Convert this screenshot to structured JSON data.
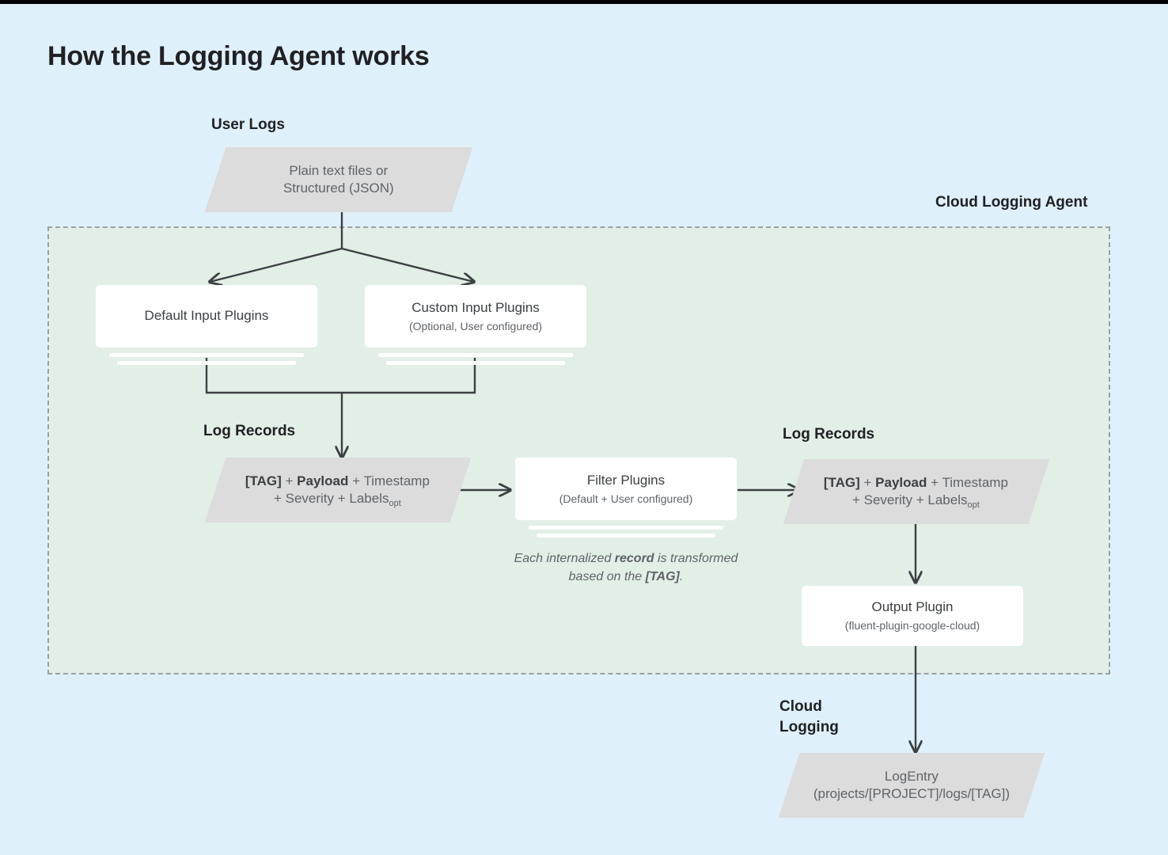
{
  "page": {
    "title": "How the Logging Agent works",
    "bg_color": "#dff0fb",
    "agent_container_color": "#e2efe7",
    "node_color": "#dcdcdc",
    "card_color": "#ffffff",
    "line_color": "#3c4043"
  },
  "labels": {
    "user_logs": "User Logs",
    "cloud_logging_agent": "Cloud Logging Agent",
    "log_records_left": "Log Records",
    "log_records_right": "Log Records",
    "cloud_logging": "Cloud\nLogging"
  },
  "nodes": {
    "user_logs_source": {
      "line1": "Plain text files or",
      "line2": "Structured (JSON)",
      "shape": "parallelogram"
    },
    "default_input_plugins": {
      "title": "Default Input Plugins",
      "sub": "",
      "shape": "stacked-card"
    },
    "custom_input_plugins": {
      "title": "Custom Input Plugins",
      "sub": "(Optional, User configured)",
      "shape": "stacked-card"
    },
    "log_record_left": {
      "tag": "[TAG]",
      "plus1": " + ",
      "payload": "Payload",
      "rest1": " + Timestamp",
      "line2": "+ Severity + Labels",
      "subscript": "opt",
      "shape": "parallelogram"
    },
    "filter_plugins": {
      "title": "Filter Plugins",
      "sub": "(Default + User configured)",
      "shape": "stacked-card"
    },
    "log_record_right": {
      "tag": "[TAG]",
      "plus1": " + ",
      "payload": "Payload",
      "rest1": " + Timestamp",
      "line2": "+ Severity + Labels",
      "subscript": "opt",
      "shape": "parallelogram"
    },
    "output_plugin": {
      "title": "Output Plugin",
      "sub": "(fluent-plugin-google-cloud)",
      "shape": "card"
    },
    "log_entry": {
      "title": "LogEntry",
      "sub": "(projects/[PROJECT]/logs/[TAG])",
      "shape": "parallelogram"
    }
  },
  "notes": {
    "filter_note_part1": "Each internalized ",
    "filter_note_bold1": "record",
    "filter_note_part2": " is transformed based on the ",
    "filter_note_bold2": "[TAG]",
    "filter_note_part3": "."
  }
}
